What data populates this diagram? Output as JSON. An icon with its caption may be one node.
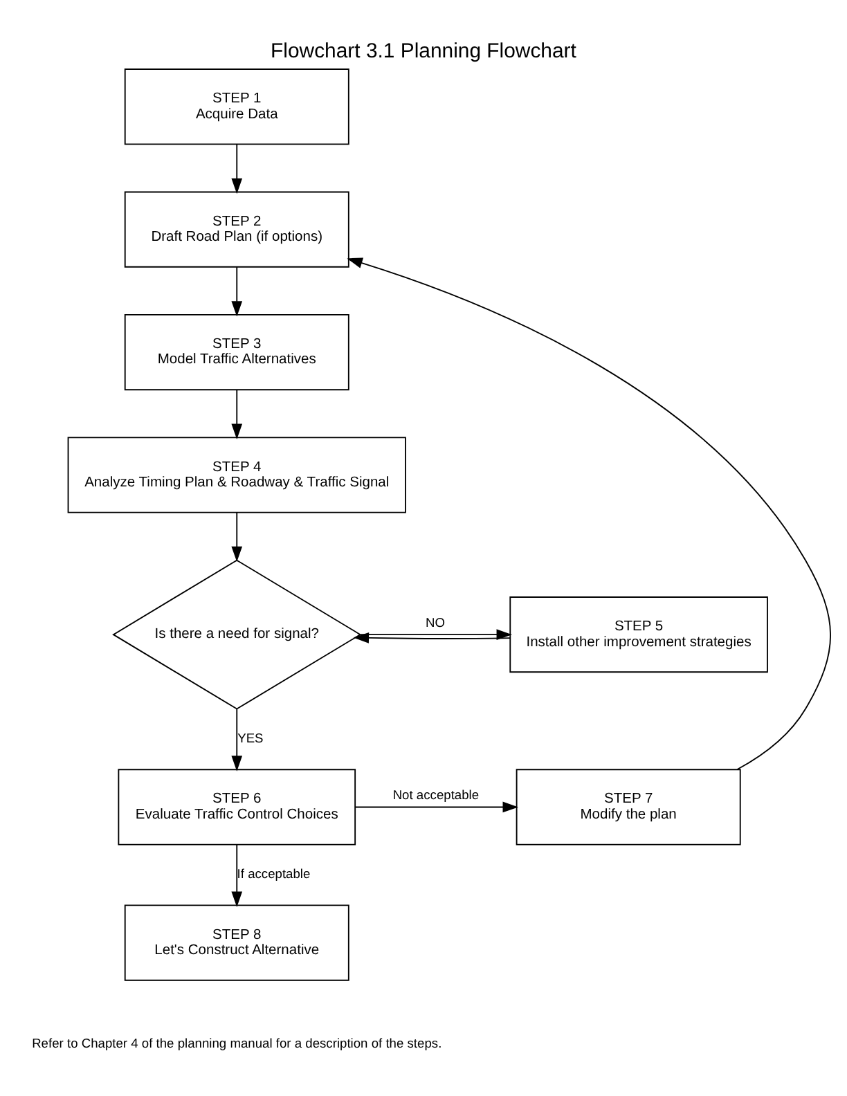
{
  "diagram": {
    "title": "Flowchart 3.1 Planning Flowchart",
    "nodes": [
      {
        "text": [
          "STEP 1",
          "Acquire Data"
        ]
      },
      {
        "text": [
          "STEP 2",
          "Draft Road Plan (if options)"
        ]
      },
      {
        "text": [
          "STEP 3",
          "Model Traffic Alternatives"
        ]
      },
      {
        "text": [
          "STEP 4",
          "Analyze Timing Plan & Roadway & Traffic Signal"
        ]
      },
      {
        "text": [
          "Is there a need for signal?"
        ]
      },
      {
        "text": [
          "STEP 5",
          "Install other improvement strategies"
        ]
      },
      {
        "text": [
          "STEP 6",
          "Evaluate Traffic Control Choices"
        ]
      },
      {
        "text": [
          "STEP 7",
          "Modify the plan"
        ]
      },
      {
        "text": [
          "STEP 8",
          "Let's Construct Alternative"
        ]
      }
    ],
    "edges": [
      {
        "from": 0,
        "to": 1,
        "arrow": "to"
      },
      {
        "from": 1,
        "to": 2,
        "arrow": "to"
      },
      {
        "from": 2,
        "to": 3,
        "arrow": "to"
      },
      {
        "from": 3,
        "to": 4,
        "arrow": "to"
      },
      {
        "from": 4,
        "to": 5,
        "arrow": "to",
        "label": "NO"
      },
      {
        "from": 5,
        "to": 4,
        "arrow": "to"
      },
      {
        "from": 4,
        "to": 6,
        "arrow": "to",
        "label": "YES"
      },
      {
        "from": 6,
        "to": 7,
        "arrow": "to",
        "label": "Not acceptable"
      },
      {
        "from": 7,
        "to": 1,
        "arrow": "to"
      },
      {
        "from": 6,
        "to": 8,
        "arrow": "to",
        "label": "If acceptable"
      }
    ],
    "labels": [
      "Refer to Chapter 4 of the planning manual for a description of the steps."
    ]
  }
}
